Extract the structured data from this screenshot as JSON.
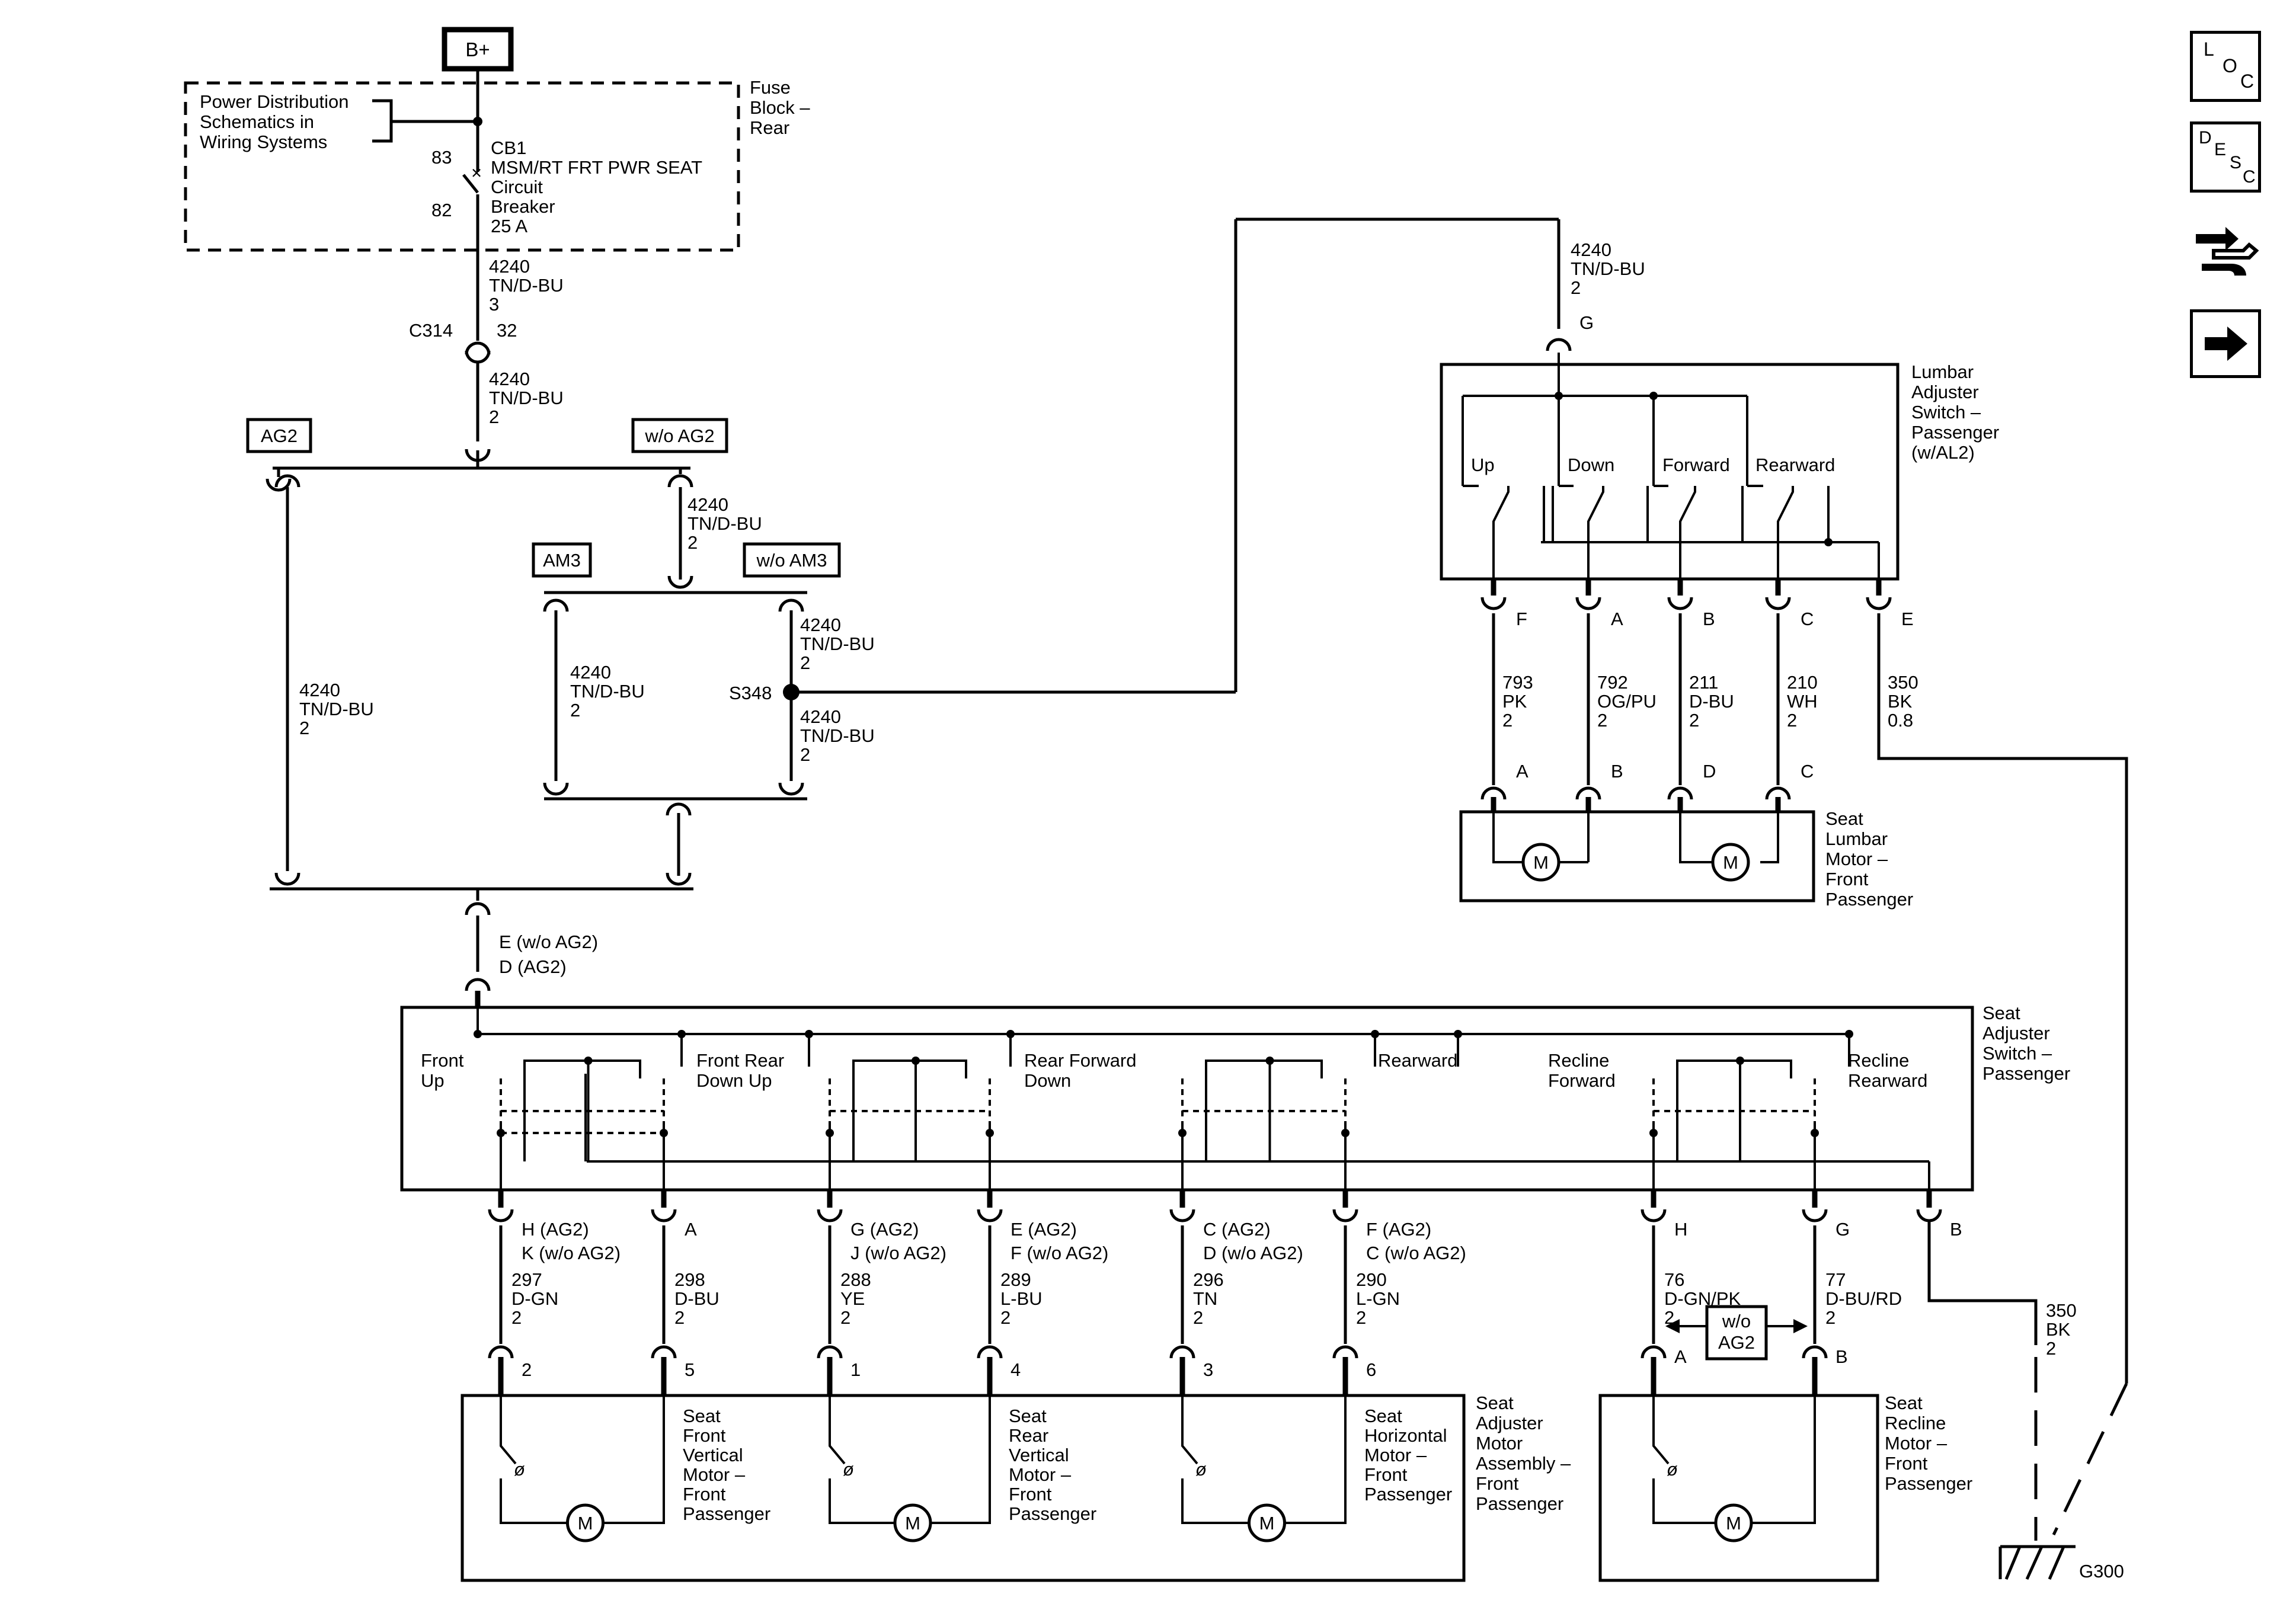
{
  "power": {
    "label": "B+"
  },
  "fuse_block": {
    "name": "Fuse\nBlock –\nRear",
    "ref_note": "Power Distribution\nSchematics in\nWiring Systems",
    "pin_top": "83",
    "pin_bottom": "82",
    "breaker": "CB1\nMSM/RT FRT PWR SEAT\nCircuit\nBreaker\n25 A"
  },
  "wires": {
    "w_fuse_out": "4240\nTN/D-BU\n3",
    "w_c314_out": "4240\nTN/D-BU\n2",
    "w_ag2_branch": "4240\nTN/D-BU\n2",
    "w_woag2": "4240\nTN/D-BU\n2",
    "w_am3": "4240\nTN/D-BU\n2",
    "w_s348_top": "4240\nTN/D-BU\n2",
    "w_s348_bottom": "4240\nTN/D-BU\n2",
    "w_to_lumbar": "4240\nTN/D-BU\n2"
  },
  "connector_c314": {
    "name": "C314",
    "pin": "32"
  },
  "options": {
    "ag2": "AG2",
    "wo_ag2": "w/o AG2",
    "am3": "AM3",
    "wo_am3": "w/o AM3",
    "wo_ag2_arrow": "w/o\nAG2"
  },
  "splice": {
    "name": "S348"
  },
  "seat_switch_input": {
    "pin": "E (w/o AG2)\nD (AG2)"
  },
  "lumbar_switch": {
    "name": "Lumbar\nAdjuster\nSwitch –\nPassenger\n(w/AL2)",
    "input_pin": "G",
    "positions": [
      "Up",
      "Down",
      "Forward",
      "Rearward"
    ],
    "pins": [
      "F",
      "A",
      "B",
      "C",
      "E"
    ],
    "wires": [
      "793\nPK\n2",
      "792\nOG/PU\n2",
      "211\nD-BU\n2",
      "210\nWH\n2",
      "350\nBK\n0.8"
    ]
  },
  "lumbar_motor": {
    "name": "Seat\nLumbar\nMotor –\nFront\nPassenger",
    "pins": [
      "A",
      "B",
      "D",
      "C"
    ]
  },
  "seat_switch": {
    "name": "Seat\nAdjuster\nSwitch –\nPassenger",
    "positions": [
      "Front\nUp",
      "Front  Rear\nDown Up",
      "Rear  Forward\nDown",
      "Rearward",
      "Recline\nForward",
      "Recline\nRearward"
    ],
    "pins": [
      "H (AG2)\nK (w/o AG2)",
      "A",
      "G (AG2)\nJ (w/o AG2)",
      "E (AG2)\nF (w/o AG2)",
      "C (AG2)\nD (w/o AG2)",
      "F (AG2)\nC (w/o AG2)",
      "H",
      "G",
      "B"
    ],
    "wires": [
      "297\nD-GN\n2",
      "298\nD-BU\n2",
      "288\nYE\n2",
      "289\nL-BU\n2",
      "296\nTN\n2",
      "290\nL-GN\n2",
      "76\nD-GN/PK\n2",
      "77\nD-BU/RD\n2",
      "350\nBK\n2"
    ]
  },
  "motor_assembly": {
    "name": "Seat\nAdjuster\nMotor\nAssembly –\nFront\nPassenger",
    "pins": [
      "2",
      "5",
      "1",
      "4",
      "3",
      "6"
    ],
    "motors": [
      "Seat\nFront\nVertical\nMotor –\nFront\nPassenger",
      "Seat\nRear\nVertical\nMotor –\nFront\nPassenger",
      "Seat\nHorizontal\nMotor –\nFront\nPassenger"
    ]
  },
  "recline_motor": {
    "name": "Seat\nRecline\nMotor –\nFront\nPassenger",
    "pins": [
      "A",
      "B"
    ]
  },
  "motor_symbol": "M",
  "ground": {
    "name": "G300"
  },
  "nav": {
    "loc": [
      "L",
      "O",
      "C"
    ],
    "desc": [
      "D",
      "E",
      "S",
      "C"
    ],
    "items": [
      "location-icon",
      "description-icon",
      "connector-icon",
      "next-icon"
    ]
  }
}
